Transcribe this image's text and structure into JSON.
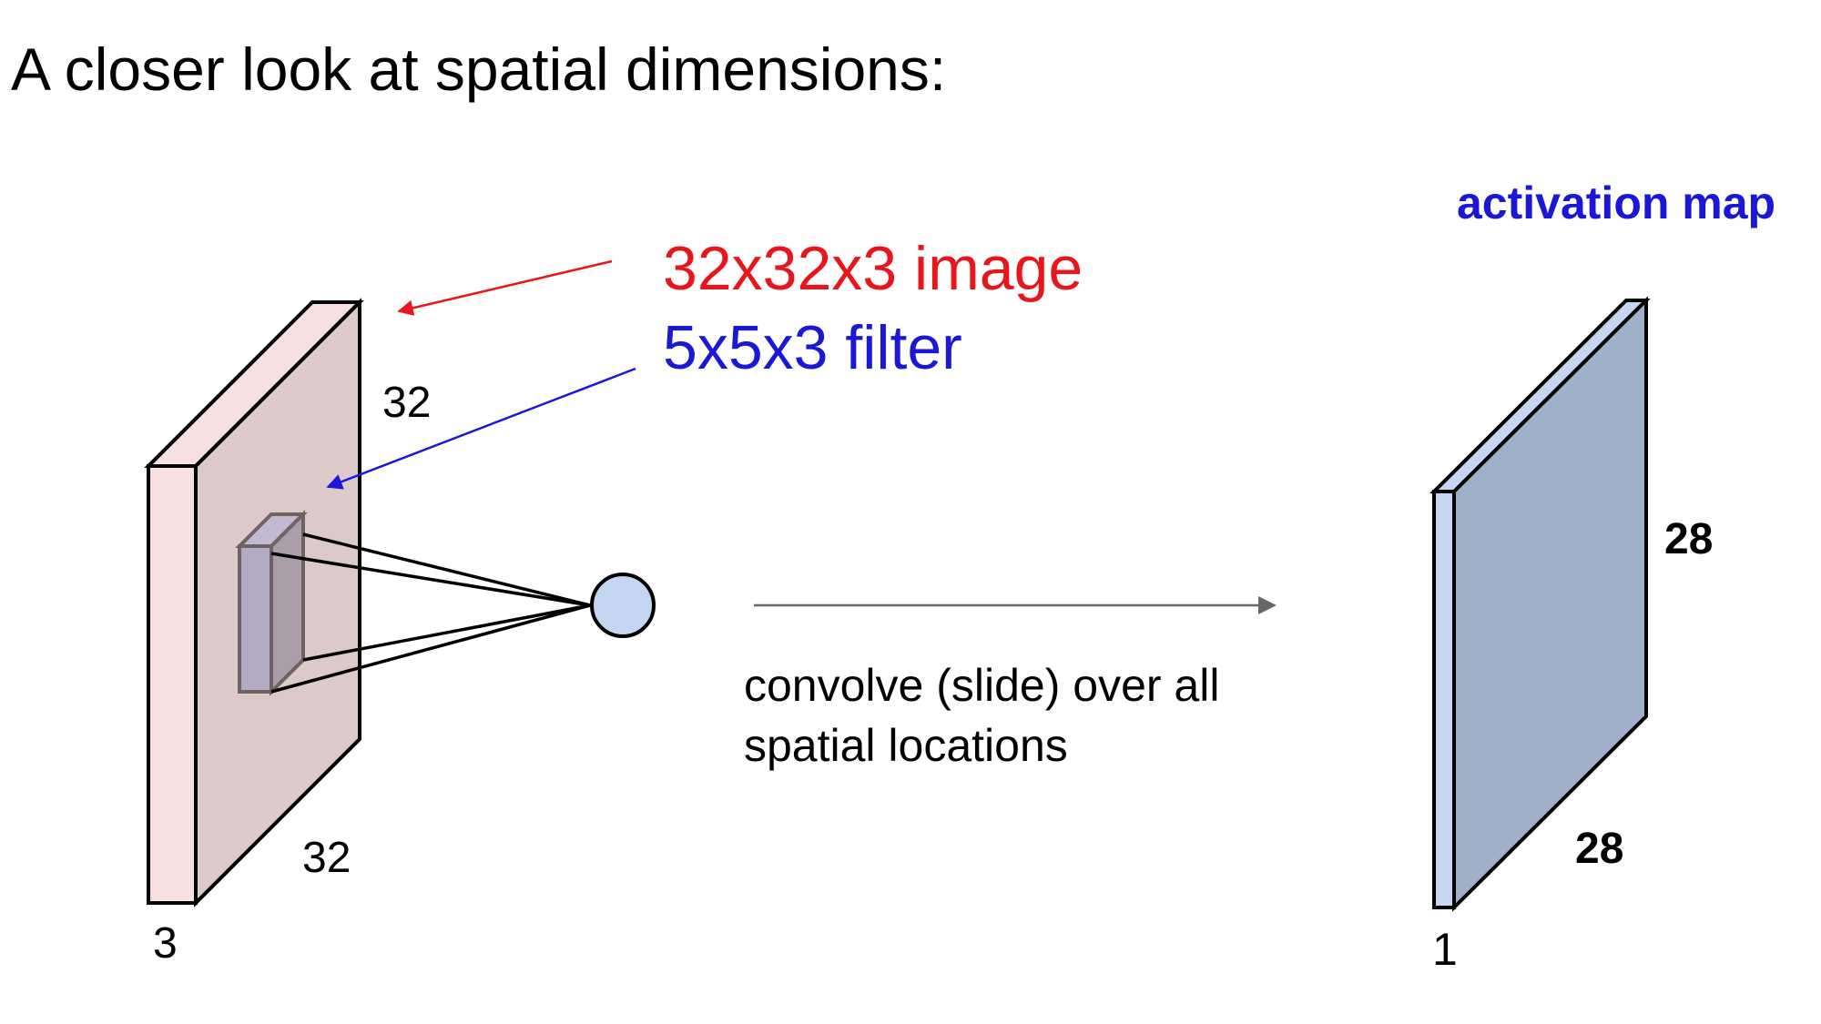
{
  "slide": {
    "title": "A closer look at spatial dimensions:"
  },
  "annotations": {
    "image_label": "32x32x3 image",
    "filter_label": "5x5x3 filter",
    "activation_map_label": "activation map",
    "convolve_line1": "convolve (slide) over all",
    "convolve_line2": "spatial locations"
  },
  "input_volume": {
    "height": "32",
    "width": "32",
    "depth": "3"
  },
  "activation_map": {
    "height": "28",
    "width": "28",
    "depth": "1"
  },
  "colors": {
    "image_label": "#e8151b",
    "filter_label": "#1a18d6",
    "activation_label": "#1a18d6",
    "input_front": "#f6e0e0",
    "input_face": "#dccaca",
    "filter_fill": "#b3aac3",
    "neuron_fill": "#c5d6f2",
    "map_front": "#c5d6f2",
    "map_face": "#a0b0c8"
  }
}
